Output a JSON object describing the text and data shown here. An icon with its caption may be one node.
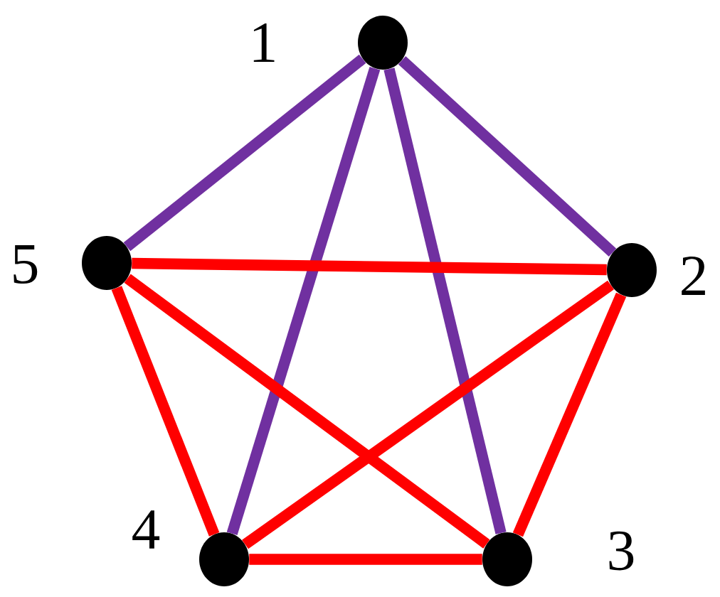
{
  "diagram": {
    "nodes": [
      {
        "text": [],
        "shape": "circle",
        "beside": [
          "1"
        ]
      },
      {
        "text": [],
        "shape": "circle",
        "beside": [
          "2"
        ]
      },
      {
        "text": [],
        "shape": "circle",
        "beside": [
          "3"
        ]
      },
      {
        "text": [],
        "shape": "circle",
        "beside": [
          "4"
        ]
      },
      {
        "text": [],
        "shape": "circle",
        "beside": [
          "5"
        ]
      }
    ],
    "edges": [
      {
        "from": 0,
        "to": 1,
        "arrow": "none",
        "color": "#7030a0"
      },
      {
        "from": 0,
        "to": 2,
        "arrow": "none",
        "color": "#7030a0"
      },
      {
        "from": 0,
        "to": 3,
        "arrow": "none",
        "color": "#7030a0"
      },
      {
        "from": 0,
        "to": 4,
        "arrow": "none",
        "color": "#7030a0"
      },
      {
        "from": 1,
        "to": 2,
        "arrow": "none"
      },
      {
        "from": 1,
        "to": 3,
        "arrow": "none"
      },
      {
        "from": 1,
        "to": 4,
        "arrow": "none"
      },
      {
        "from": 2,
        "to": 3,
        "arrow": "none"
      },
      {
        "from": 2,
        "to": 4,
        "arrow": "none"
      },
      {
        "from": 3,
        "to": 4,
        "arrow": "none"
      }
    ]
  }
}
